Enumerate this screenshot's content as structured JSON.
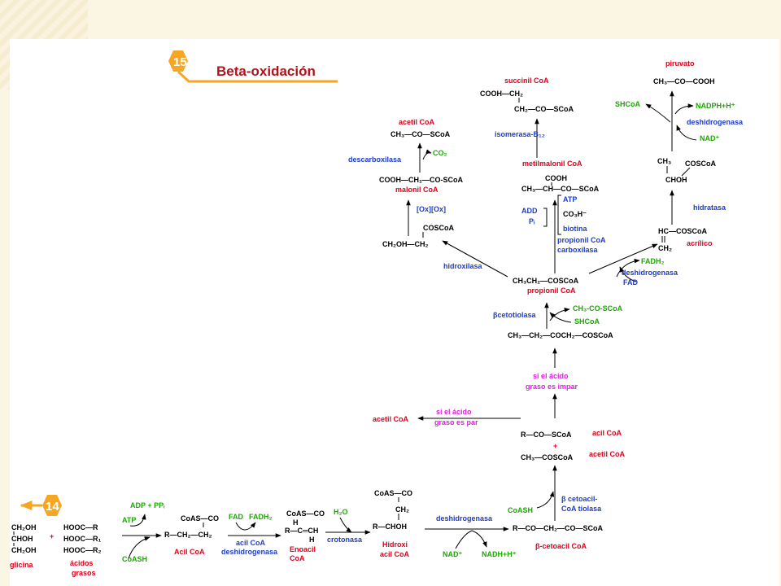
{
  "slide": {
    "section_number": "15",
    "title": "Beta-oxidación",
    "back_badge_number": "14"
  },
  "start": {
    "glycerol_1": "CH₂OH",
    "glycerol_2": "CHOH",
    "glycerol_3": "CH₂OH",
    "glycerol_label": "glicina",
    "plus": "+",
    "fa_1": "HOOC—R",
    "fa_2": "HOOC—R₁",
    "fa_3": "HOOC—R₂",
    "fa_label_1": "ácidos",
    "fa_label_2": "grasos"
  },
  "activation": {
    "atp": "ATP",
    "adp_ppi": "ADP + PPᵢ",
    "coash": "CoASH",
    "acyl_top": "CoAS—CO",
    "acyl_main": "R—CH₂—CH₂",
    "acyl_label": "Acil CoA"
  },
  "dehydrogenation_1": {
    "fad": "FAD",
    "fadh2": "FADH₂",
    "enzyme_1": "acil CoA",
    "enzyme_2": "deshidrogenasa",
    "enoyl_top": "CoAS—CO",
    "enoyl_h1": "H",
    "enoyl_main": "R—C═CH",
    "enoyl_h2": "H",
    "enoyl_label_1": "Enoacil",
    "enoyl_label_2": "CoA"
  },
  "hydration": {
    "h2o": "H₂O",
    "enzyme": "crotonasa",
    "hydroxy_top": "CoAS—CO",
    "hydroxy_mid": "CH₂",
    "hydroxy_main": "R—CHOH",
    "hydroxy_label_1": "Hidroxi",
    "hydroxy_label_2": "acil CoA"
  },
  "dehydrogenation_2": {
    "enzyme": "deshidrogenasa",
    "nad": "NAD⁺",
    "nadh": "NADH+H⁺",
    "ketoacyl_main": "R—CO—CH₂—CO—SCoA",
    "ketoacyl_label": "β-cetoacil CoA"
  },
  "thiolysis": {
    "coash": "CoASH",
    "enzyme_1": "β cetoacil-",
    "enzyme_2": "CoA tiolasa",
    "product_1": "R—CO—SCoA",
    "plus": "+",
    "product_2": "CH₃—COSCoA",
    "label_1": "acil CoA",
    "label_2": "acetil CoA"
  },
  "branch": {
    "even_1": "si el ácido",
    "even_2": "graso es par",
    "even_product": "acetil CoA",
    "odd_1": "si el ácido",
    "odd_2": "graso es impar"
  },
  "odd_chain": {
    "precursor": "CH₃—CH₂—COCH₂—COSCoA",
    "enzyme": "βcetotiolasa",
    "acetyl_out": "CH₃-CO-SCoA",
    "coash_in": "SHCoA",
    "propionyl": "CH₃CH₂—COSCoA",
    "propionyl_label": "propionil CoA"
  },
  "carboxylation": {
    "cofactor_1": "ATP",
    "cofactor_2": "CO₃H⁻",
    "cofactor_3": "biotina",
    "out_1": "ADD",
    "out_2": "Pᵢ",
    "enzyme_1": "propionil CoA",
    "enzyme_2": "carboxilasa",
    "methylmalonyl_top": "COOH",
    "methylmalonyl_main": "CH₃—CH—CO—SCoA",
    "methylmalonyl_label": "metilmalonil CoA",
    "isomerase": "isomerasa-B₁₂",
    "succinyl_top": "COOH—CH₂",
    "succinyl_main": "CH₂—CO—SCoA",
    "succinyl_label": "succinil CoA"
  },
  "hydroxylation": {
    "enzyme": "hidroxilasa",
    "product_top": "COSCoA",
    "product_main": "CH₂OH—CH₂",
    "ox": "[Ox][Ox]",
    "malonyl_main": "COOH—CH₂—CO-SCoA",
    "malonyl_label": "malonil CoA",
    "decarboxylase": "descarboxilasa",
    "co2": "CO₂",
    "acetyl_main": "CH₃—CO—SCoA",
    "acetyl_label": "acetil CoA"
  },
  "acrylic_path": {
    "fadh2": "FADH₂",
    "enzyme": "deshidrogenasa",
    "fad": "FAD",
    "acrylic_top": "HC—COSCoA",
    "acrylic_bottom": "CH₂",
    "acrylic_label": "acrílico",
    "hydratase": "hidratasa",
    "hydroxy_top_a": "CH₃",
    "hydroxy_top_b": "COSCoA",
    "hydroxy_bottom": "CHOH",
    "shcoa": "SHCoA",
    "nadph": "NADPH+H⁺",
    "enzyme_2": "deshidrogenasa",
    "nad": "NAD⁺",
    "pyruvate_main": "CH₃—CO—COOH",
    "pyruvate_label": "piruvato"
  },
  "colors": {
    "background": "#fbf5e4",
    "title": "#b3121a",
    "badge": "#f5a623",
    "compound_label": "#e0001b",
    "enzyme": "#1e3cc8",
    "cofactor": "#1aa800",
    "condition": "#e020e0"
  }
}
